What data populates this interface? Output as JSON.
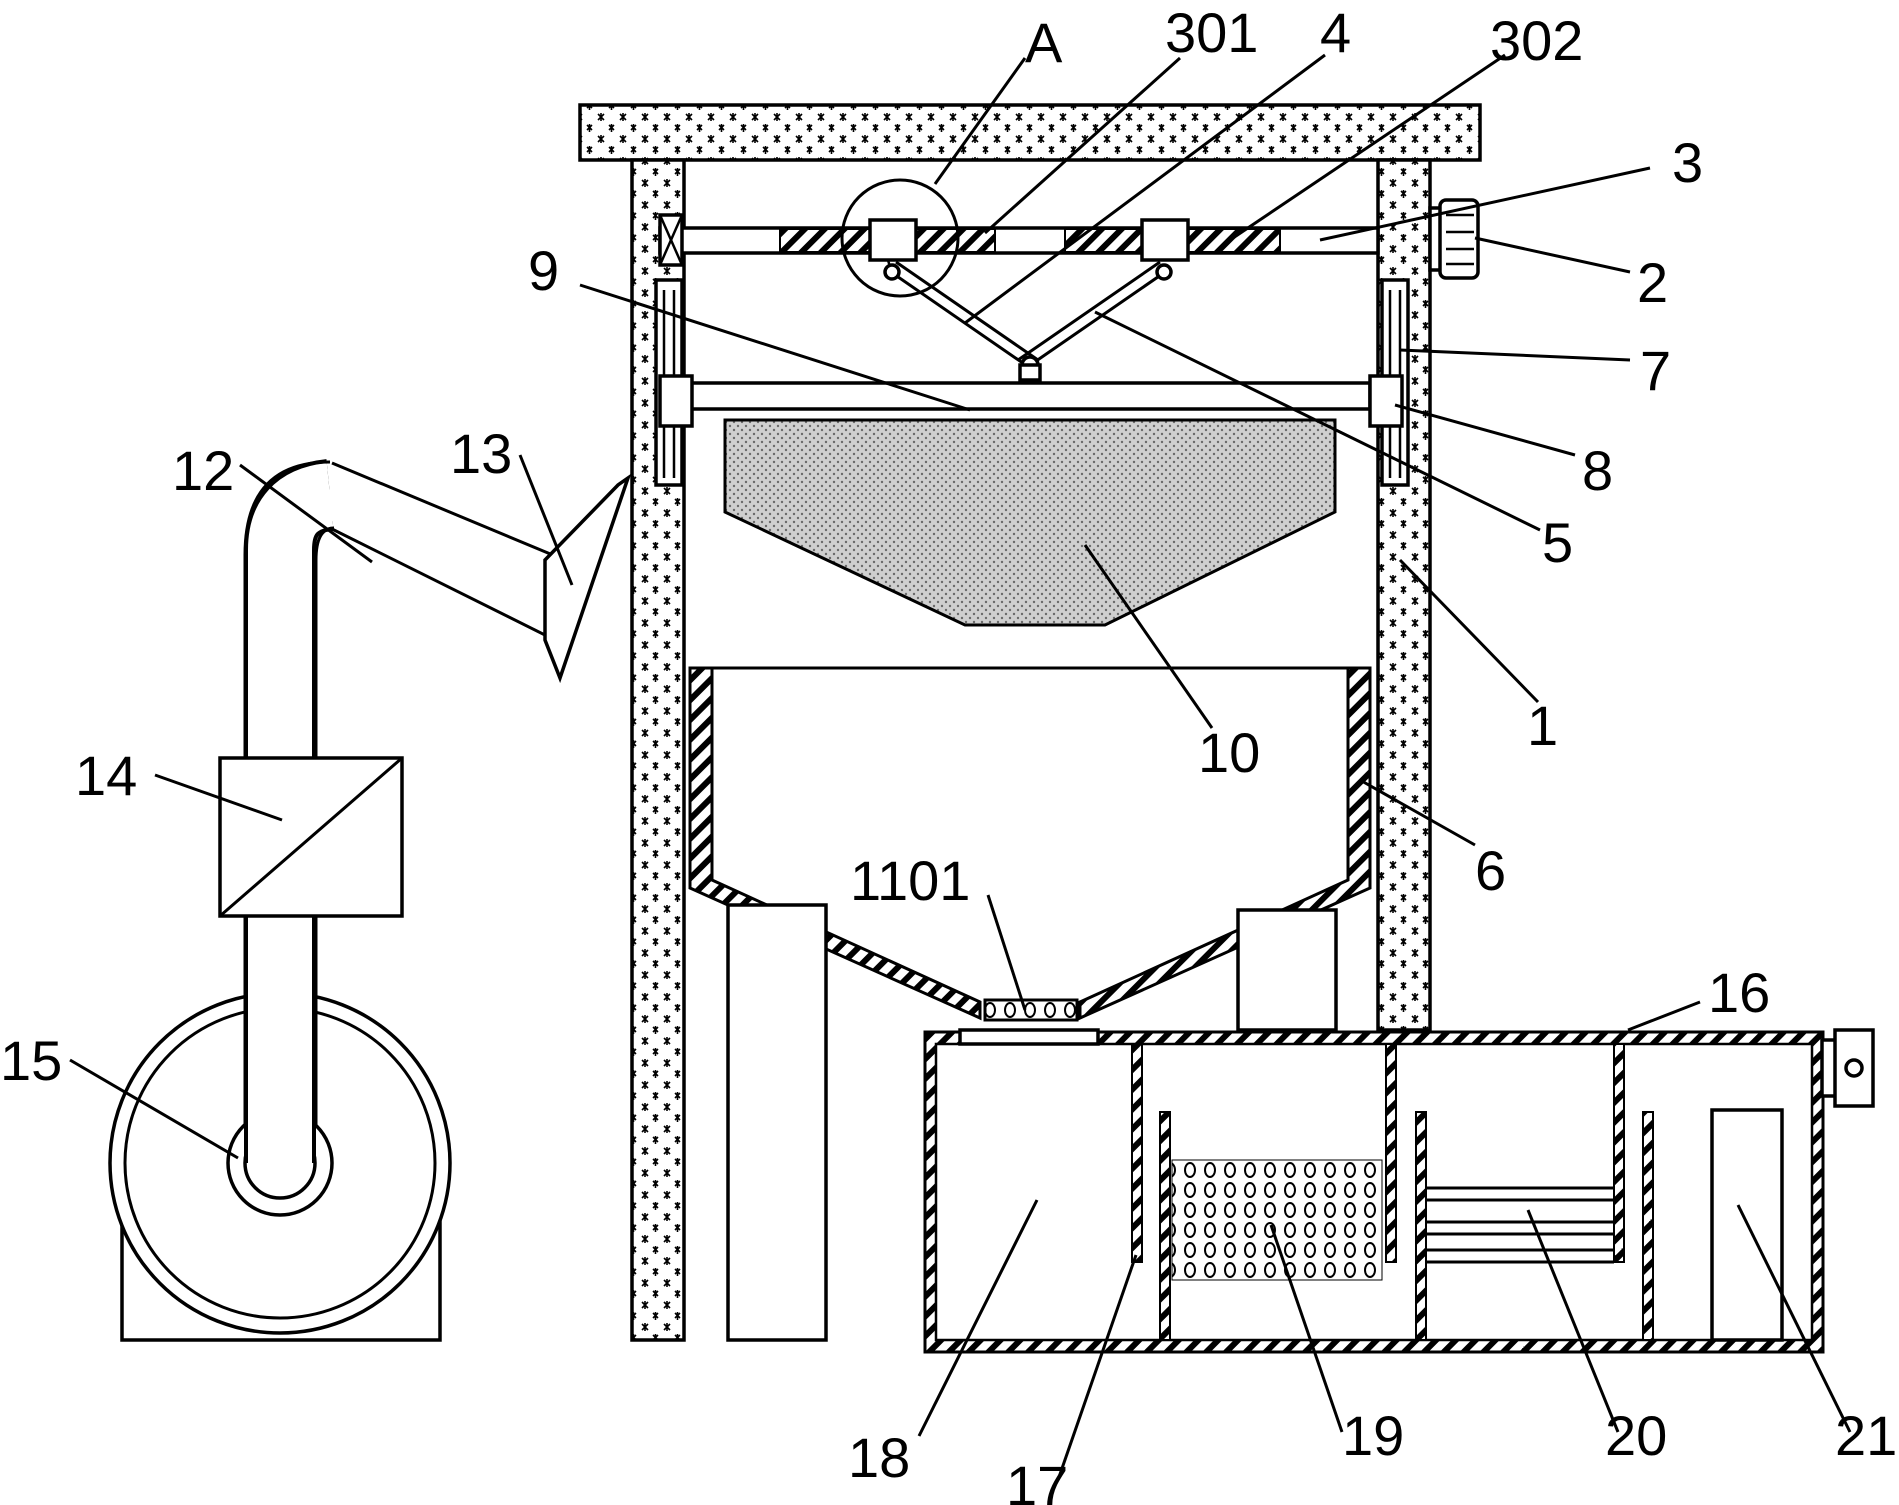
{
  "labels": {
    "A": "A",
    "l301": "301",
    "l4": "4",
    "l302": "302",
    "l3": "3",
    "l2": "2",
    "l7": "7",
    "l8": "8",
    "l5": "5",
    "l1": "1",
    "l6": "6",
    "l9": "9",
    "l10": "10",
    "l12": "12",
    "l13": "13",
    "l14": "14",
    "l15": "15",
    "l1101": "1101",
    "l16": "16",
    "l17": "17",
    "l18": "18",
    "l19": "19",
    "l20": "20",
    "l21": "21"
  }
}
